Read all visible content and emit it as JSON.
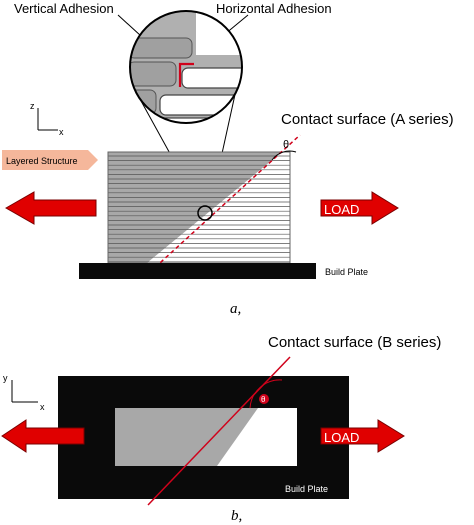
{
  "colors": {
    "gray": "#a8a8a8",
    "red": "#d0021b",
    "arrow_red": "#e00000",
    "arrow_dark": "#7a0000",
    "peach": "#f5b79b",
    "black": "#0a0a0a"
  },
  "panel_a": {
    "vertical_adhesion": "Vertical Adhesion",
    "horizontal_adhesion": "Horizontal Adhesion",
    "axis_z": "z",
    "axis_x": "x",
    "layered_structure": "Layered Structure",
    "contact_surface": "Contact surface (A series)",
    "theta": "θ",
    "load": "LOAD",
    "build_plate": "Build Plate",
    "caption": "a,"
  },
  "panel_b": {
    "contact_surface": "Contact surface (B series)",
    "axis_y": "y",
    "axis_x": "x",
    "theta": "θ",
    "load": "LOAD",
    "build_plate": "Build Plate",
    "caption": "b,"
  }
}
